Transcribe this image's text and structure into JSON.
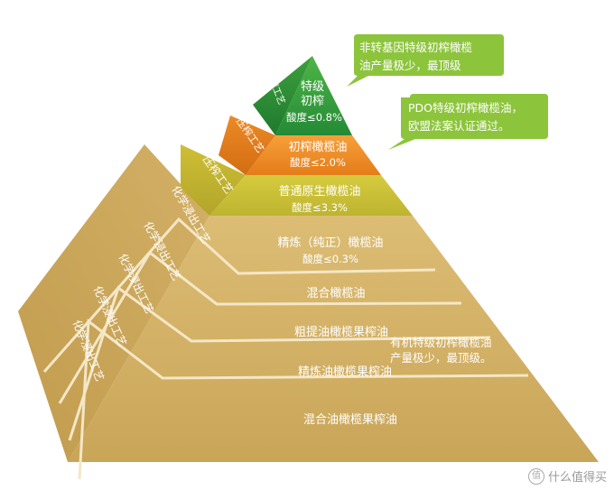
{
  "pyramid": {
    "tiers": [
      {
        "face_lines": [
          "特级",
          "初榨"
        ],
        "acidity": "酸度≤0.8%",
        "side": "冷榨工艺"
      },
      {
        "face_lines": [
          "初榨橄榄油"
        ],
        "acidity": "酸度≤2.0%",
        "side": "压榨工艺"
      },
      {
        "face_lines": [
          "普通原生橄榄油"
        ],
        "acidity": "酸度≤3.3%",
        "side": "压榨工艺"
      },
      {
        "face_lines": [
          "精炼（纯正）橄榄油"
        ],
        "acidity": "酸度≤0.3%",
        "side": "化学浸出工艺"
      },
      {
        "face_lines": [
          "混合橄榄油"
        ],
        "acidity": "",
        "side": "化学浸出工艺"
      },
      {
        "face_lines": [
          "粗提油橄榄果榨油"
        ],
        "acidity": "",
        "side": "化学浸出工艺"
      },
      {
        "face_lines": [
          "精炼油橄榄果榨油"
        ],
        "acidity": "",
        "side": "化学浸出工艺"
      },
      {
        "face_lines": [
          "混合油橄榄果榨油"
        ],
        "acidity": "",
        "side": "化学浸出工艺"
      }
    ]
  },
  "callouts": [
    {
      "lines": [
        "非转基因特级初榨橄榄",
        "油产量极少，最顶级"
      ],
      "color": "#8cc43c"
    },
    {
      "lines": [
        "PDO特级初榨橄榄油，",
        "欧盟法案认证通过。"
      ],
      "color": "#8cc43c"
    },
    {
      "lines": [
        "有机特级初榨橄榄油",
        "产量极少，最顶级。"
      ],
      "color": "#ffffff"
    }
  ],
  "colors": {
    "tier_top": "#2f9a3c",
    "tier_2": "#f08a22",
    "tier_3": "#c8c03a",
    "tier_base": "#d3b065"
  },
  "watermark": {
    "icon": "smzdm-logo-icon",
    "text": "什么值得买"
  }
}
